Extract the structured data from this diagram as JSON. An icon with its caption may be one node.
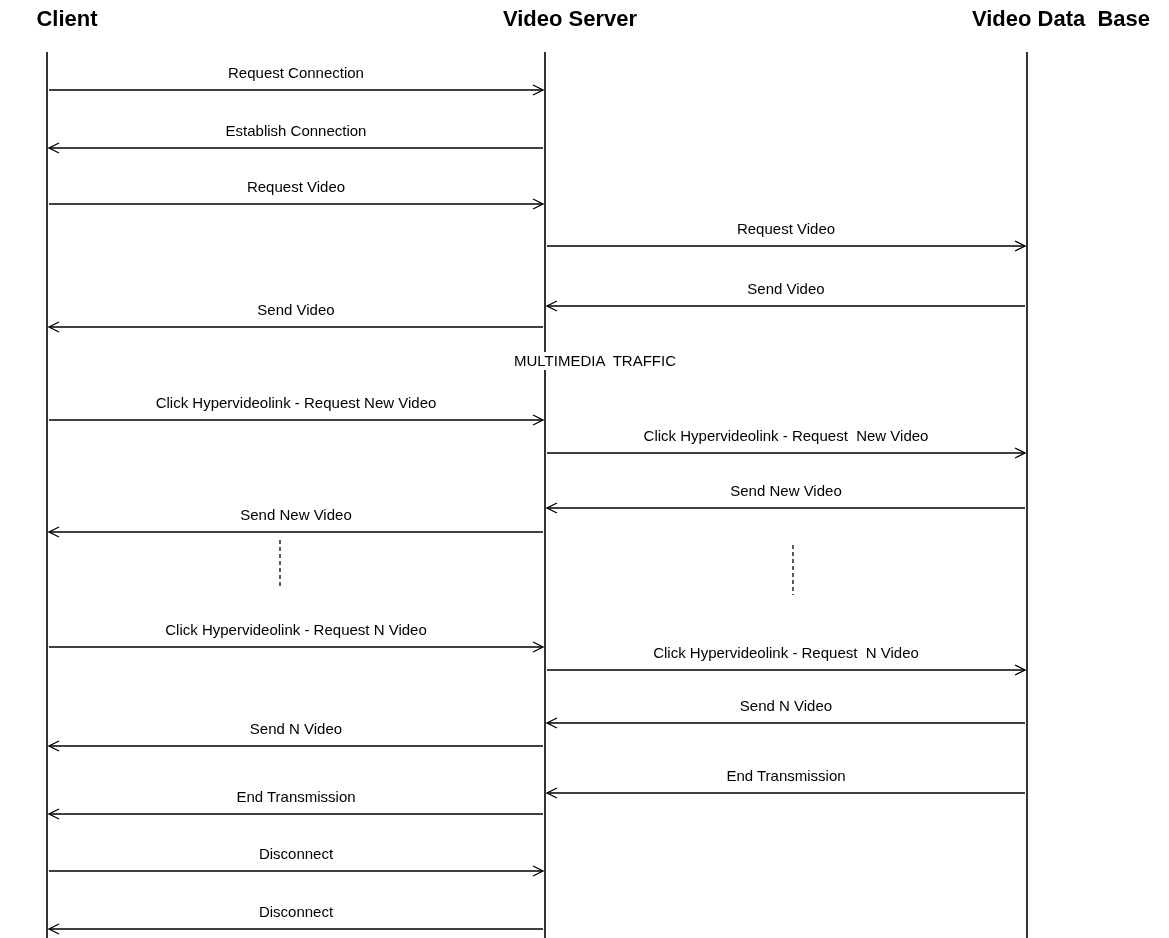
{
  "diagram": {
    "nodes": [
      {
        "text": [
          "Client"
        ]
      },
      {
        "text": [
          "Video Server"
        ]
      },
      {
        "text": [
          "Video Data  Base"
        ]
      }
    ],
    "edges": [
      {
        "from": 0,
        "to": 1,
        "arrow": "to",
        "label": "Request Connection"
      },
      {
        "from": 1,
        "to": 0,
        "arrow": "to",
        "label": "Establish Connection"
      },
      {
        "from": 0,
        "to": 1,
        "arrow": "to",
        "label": "Request Video"
      },
      {
        "from": 1,
        "to": 2,
        "arrow": "to",
        "label": "Request Video"
      },
      {
        "from": 2,
        "to": 1,
        "arrow": "to",
        "label": "Send Video"
      },
      {
        "from": 1,
        "to": 0,
        "arrow": "to",
        "label": "Send Video"
      },
      {
        "from": 0,
        "to": 1,
        "arrow": "to",
        "label": "Click Hypervideolink - Request New Video"
      },
      {
        "from": 1,
        "to": 2,
        "arrow": "to",
        "label": "Click Hypervideolink - Request  New Video"
      },
      {
        "from": 2,
        "to": 1,
        "arrow": "to",
        "label": "Send New Video"
      },
      {
        "from": 1,
        "to": 0,
        "arrow": "to",
        "label": "Send New Video"
      },
      {
        "from": 0,
        "to": 1,
        "arrow": "to",
        "label": "Click Hypervideolink - Request N Video"
      },
      {
        "from": 1,
        "to": 2,
        "arrow": "to",
        "label": "Click Hypervideolink - Request  N Video"
      },
      {
        "from": 2,
        "to": 1,
        "arrow": "to",
        "label": "Send N Video"
      },
      {
        "from": 1,
        "to": 0,
        "arrow": "to",
        "label": "Send N Video"
      },
      {
        "from": 2,
        "to": 1,
        "arrow": "to",
        "label": "End Transmission"
      },
      {
        "from": 1,
        "to": 0,
        "arrow": "to",
        "label": "End Transmission"
      },
      {
        "from": 0,
        "to": 1,
        "arrow": "to",
        "label": "Disconnect"
      },
      {
        "from": 1,
        "to": 0,
        "arrow": "to",
        "label": "Disconnect"
      }
    ],
    "labels": [
      "MULTIMEDIA  TRAFFIC"
    ]
  }
}
